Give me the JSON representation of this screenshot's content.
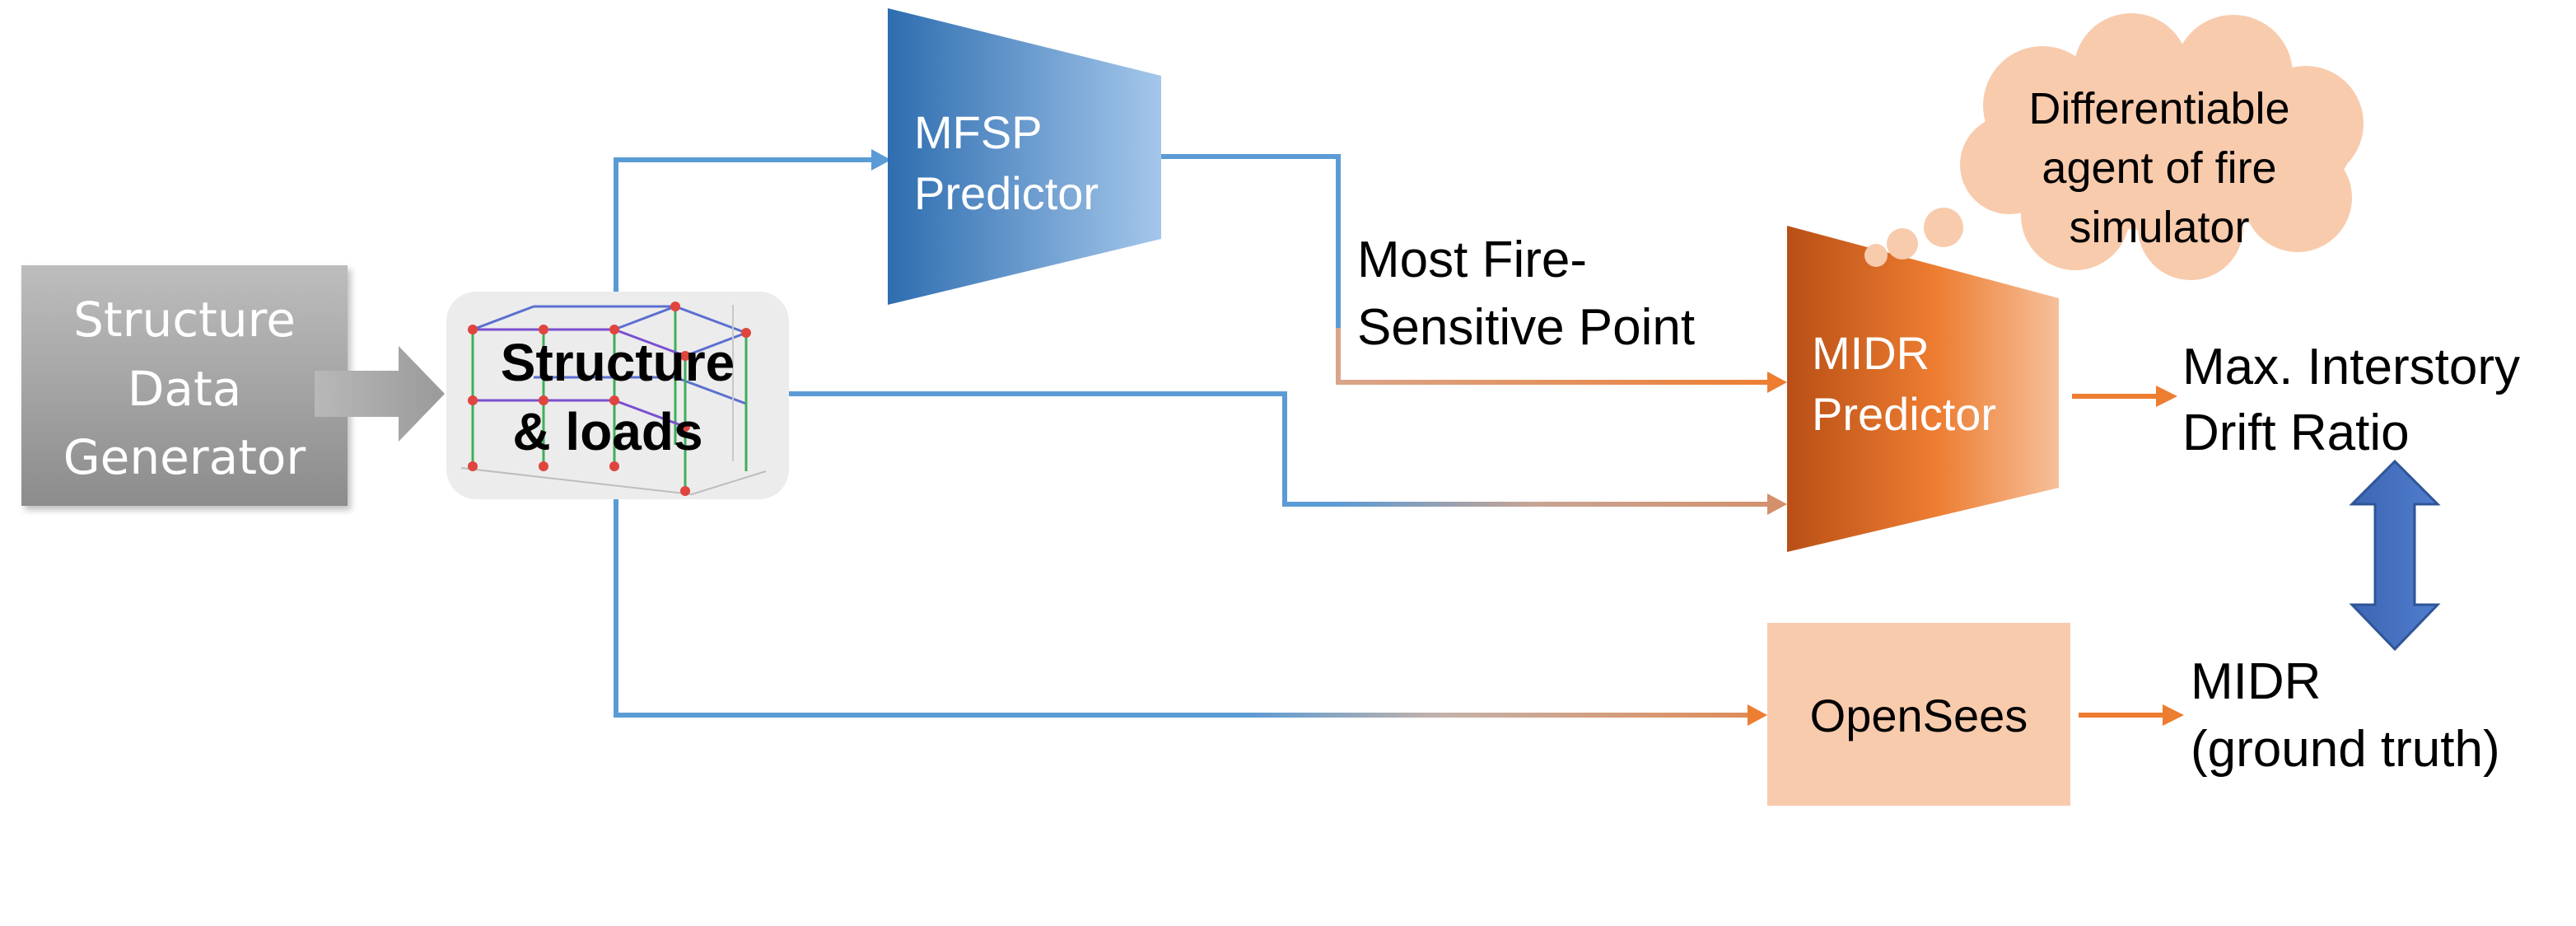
{
  "nodes": {
    "generator": {
      "lines": [
        "Structure",
        "Data",
        "Generator"
      ]
    },
    "structure": {
      "lines": [
        "Structure",
        "& loads"
      ]
    },
    "mfsp": {
      "lines": [
        "MFSP",
        "Predictor"
      ]
    },
    "midr": {
      "lines": [
        "MIDR",
        "Predictor"
      ]
    },
    "opensees": {
      "label": "OpenSees"
    },
    "thought": {
      "lines": [
        "Differentiable",
        "agent of fire",
        "simulator"
      ]
    }
  },
  "labels": {
    "mfsp_output": [
      "Most Fire-",
      "Sensitive Point"
    ],
    "prediction": [
      "Max. Interstory",
      "Drift Ratio"
    ],
    "ground_truth": [
      "MIDR",
      "(ground truth)"
    ]
  },
  "colors": {
    "blue_flow": "#5b9bd5",
    "orange_flow": "#ed7d31",
    "opensees_fill": "#f8cbad",
    "thought_fill": "#f8cbad",
    "compare_arrow": "#4472c4",
    "generator_fill": "#a6a6a6"
  }
}
